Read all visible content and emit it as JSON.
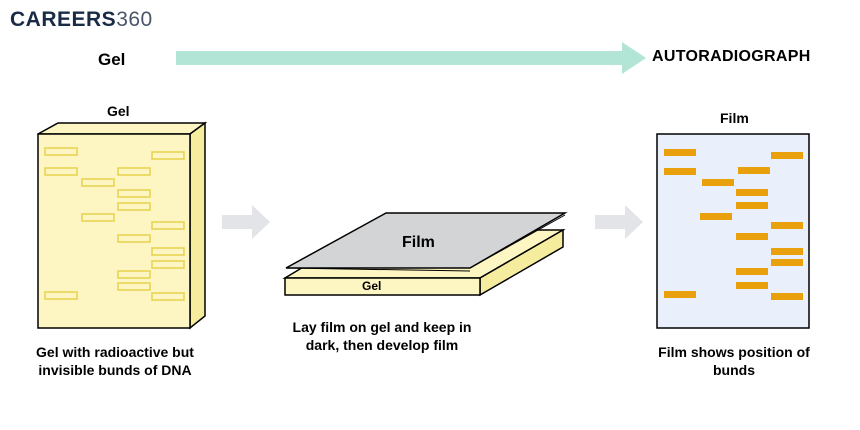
{
  "logo": {
    "brand": "CAREERS",
    "number": "360"
  },
  "header": {
    "left_label": "Gel",
    "right_label": "AUTORADIOGRAPH"
  },
  "panels": {
    "gel_title": "Gel",
    "gel_caption": "Gel with radioactive but invisible bunds of DNA",
    "middle_film_label": "Film",
    "middle_gel_label": "Gel",
    "middle_caption": "Lay film on gel and keep in dark, then develop film",
    "film_title": "Film",
    "film_caption": "Film shows position of bunds"
  },
  "colors": {
    "arrow": "#b2e5d5",
    "gray_arrow": "#e2e4e8",
    "gel_fill": "#fdf6c3",
    "gel_side": "#f6ec9e",
    "band_outline": "#e6d24a",
    "film_fill": "#d3d4d6",
    "film_panel": "#e9f0fb",
    "film_band": "#e8a10c"
  }
}
